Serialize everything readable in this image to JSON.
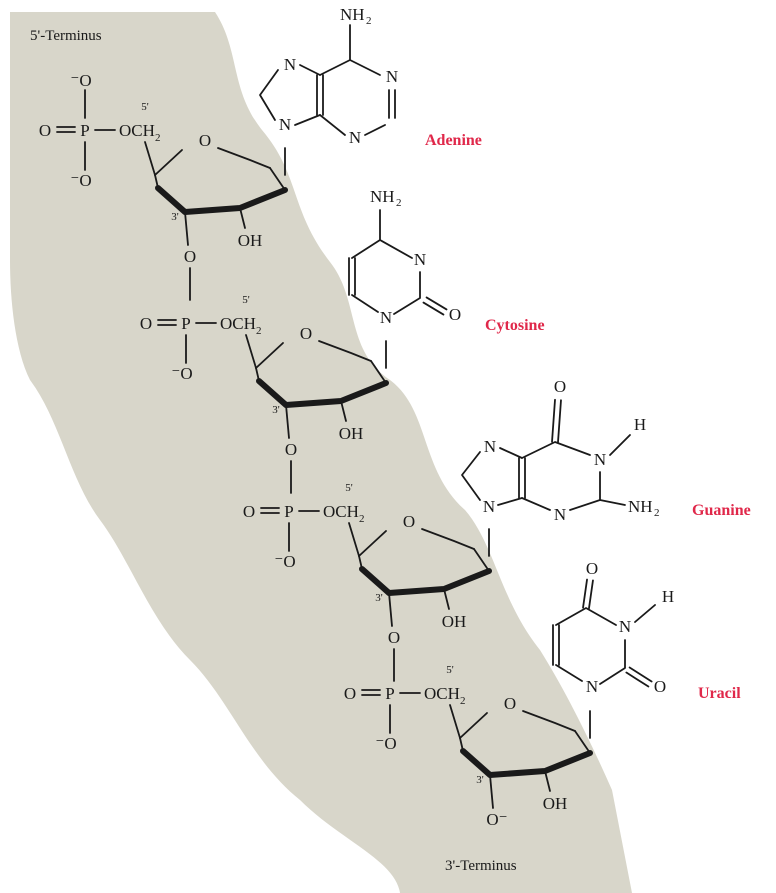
{
  "terminus": {
    "five_prime": "5'-Terminus",
    "three_prime": "3'-Terminus"
  },
  "atoms": {
    "oxygen": "O",
    "phosphorus": "P",
    "och2": "OCH",
    "two": "2",
    "nitrogen": "N",
    "hydrogen": "H",
    "nh2": "NH",
    "oh": "OH",
    "o_minus": "O⁻",
    "minus_o": "⁻O",
    "five_prime_mark": "5'",
    "three_prime_mark": "3'"
  },
  "nucleotides": [
    {
      "base": "Adenine",
      "base_color": "#e0284a"
    },
    {
      "base": "Cytosine",
      "base_color": "#e0284a"
    },
    {
      "base": "Guanine",
      "base_color": "#e0284a"
    },
    {
      "base": "Uracil",
      "base_color": "#e0284a"
    }
  ],
  "colors": {
    "backbone_band": "#d8d6ca",
    "ink": "#1a1a1a",
    "base_label": "#e0284a"
  }
}
